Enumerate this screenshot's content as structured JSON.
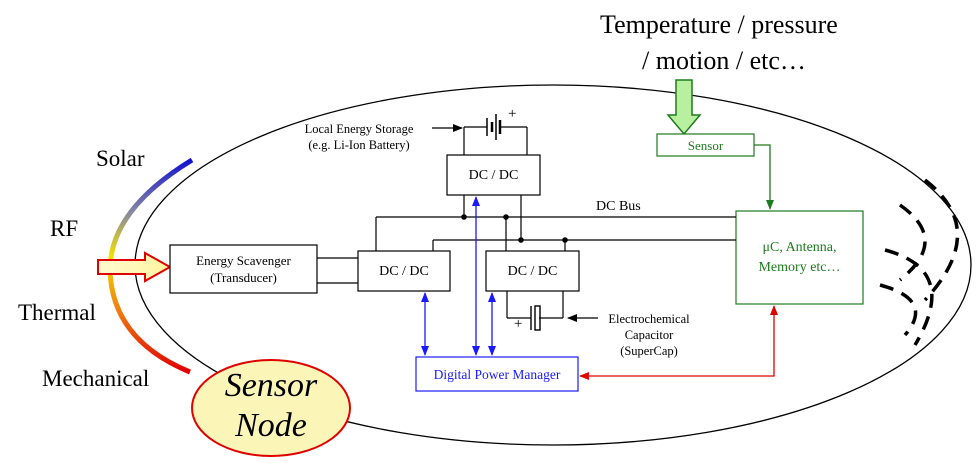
{
  "header": {
    "sense_line1": "Temperature / pressure",
    "sense_line2": "/ motion / etc…"
  },
  "sources": [
    "Solar",
    "RF",
    "Thermal",
    "Mechanical"
  ],
  "node_label": {
    "line1": "Sensor",
    "line2": "Node"
  },
  "blocks": {
    "scavenger": {
      "line1": "Energy Scavenger",
      "line2": "(Transducer)"
    },
    "dcdc_top": "DC / DC",
    "dcdc_left": "DC / DC",
    "dcdc_right": "DC / DC",
    "sensor": "Sensor",
    "mcu": {
      "line1": "μC, Antenna,",
      "line2": "Memory etc…"
    },
    "pm": "Digital Power Manager"
  },
  "annotations": {
    "battery": {
      "line1": "Local Energy Storage",
      "line2": "(e.g. Li-Ion Battery)"
    },
    "supercap": {
      "line1": "Electrochemical",
      "line2": "Capacitor",
      "line3": "(SuperCap)"
    },
    "dc_bus": "DC Bus",
    "plus": "+"
  },
  "colors": {
    "green": "#1e7a1e",
    "blue": "#1a1aff",
    "red": "#e00000",
    "node_fill": "#fbf6b8",
    "node_stroke": "#e00000",
    "sensor_arrow_fill": "#b8f0a0"
  }
}
